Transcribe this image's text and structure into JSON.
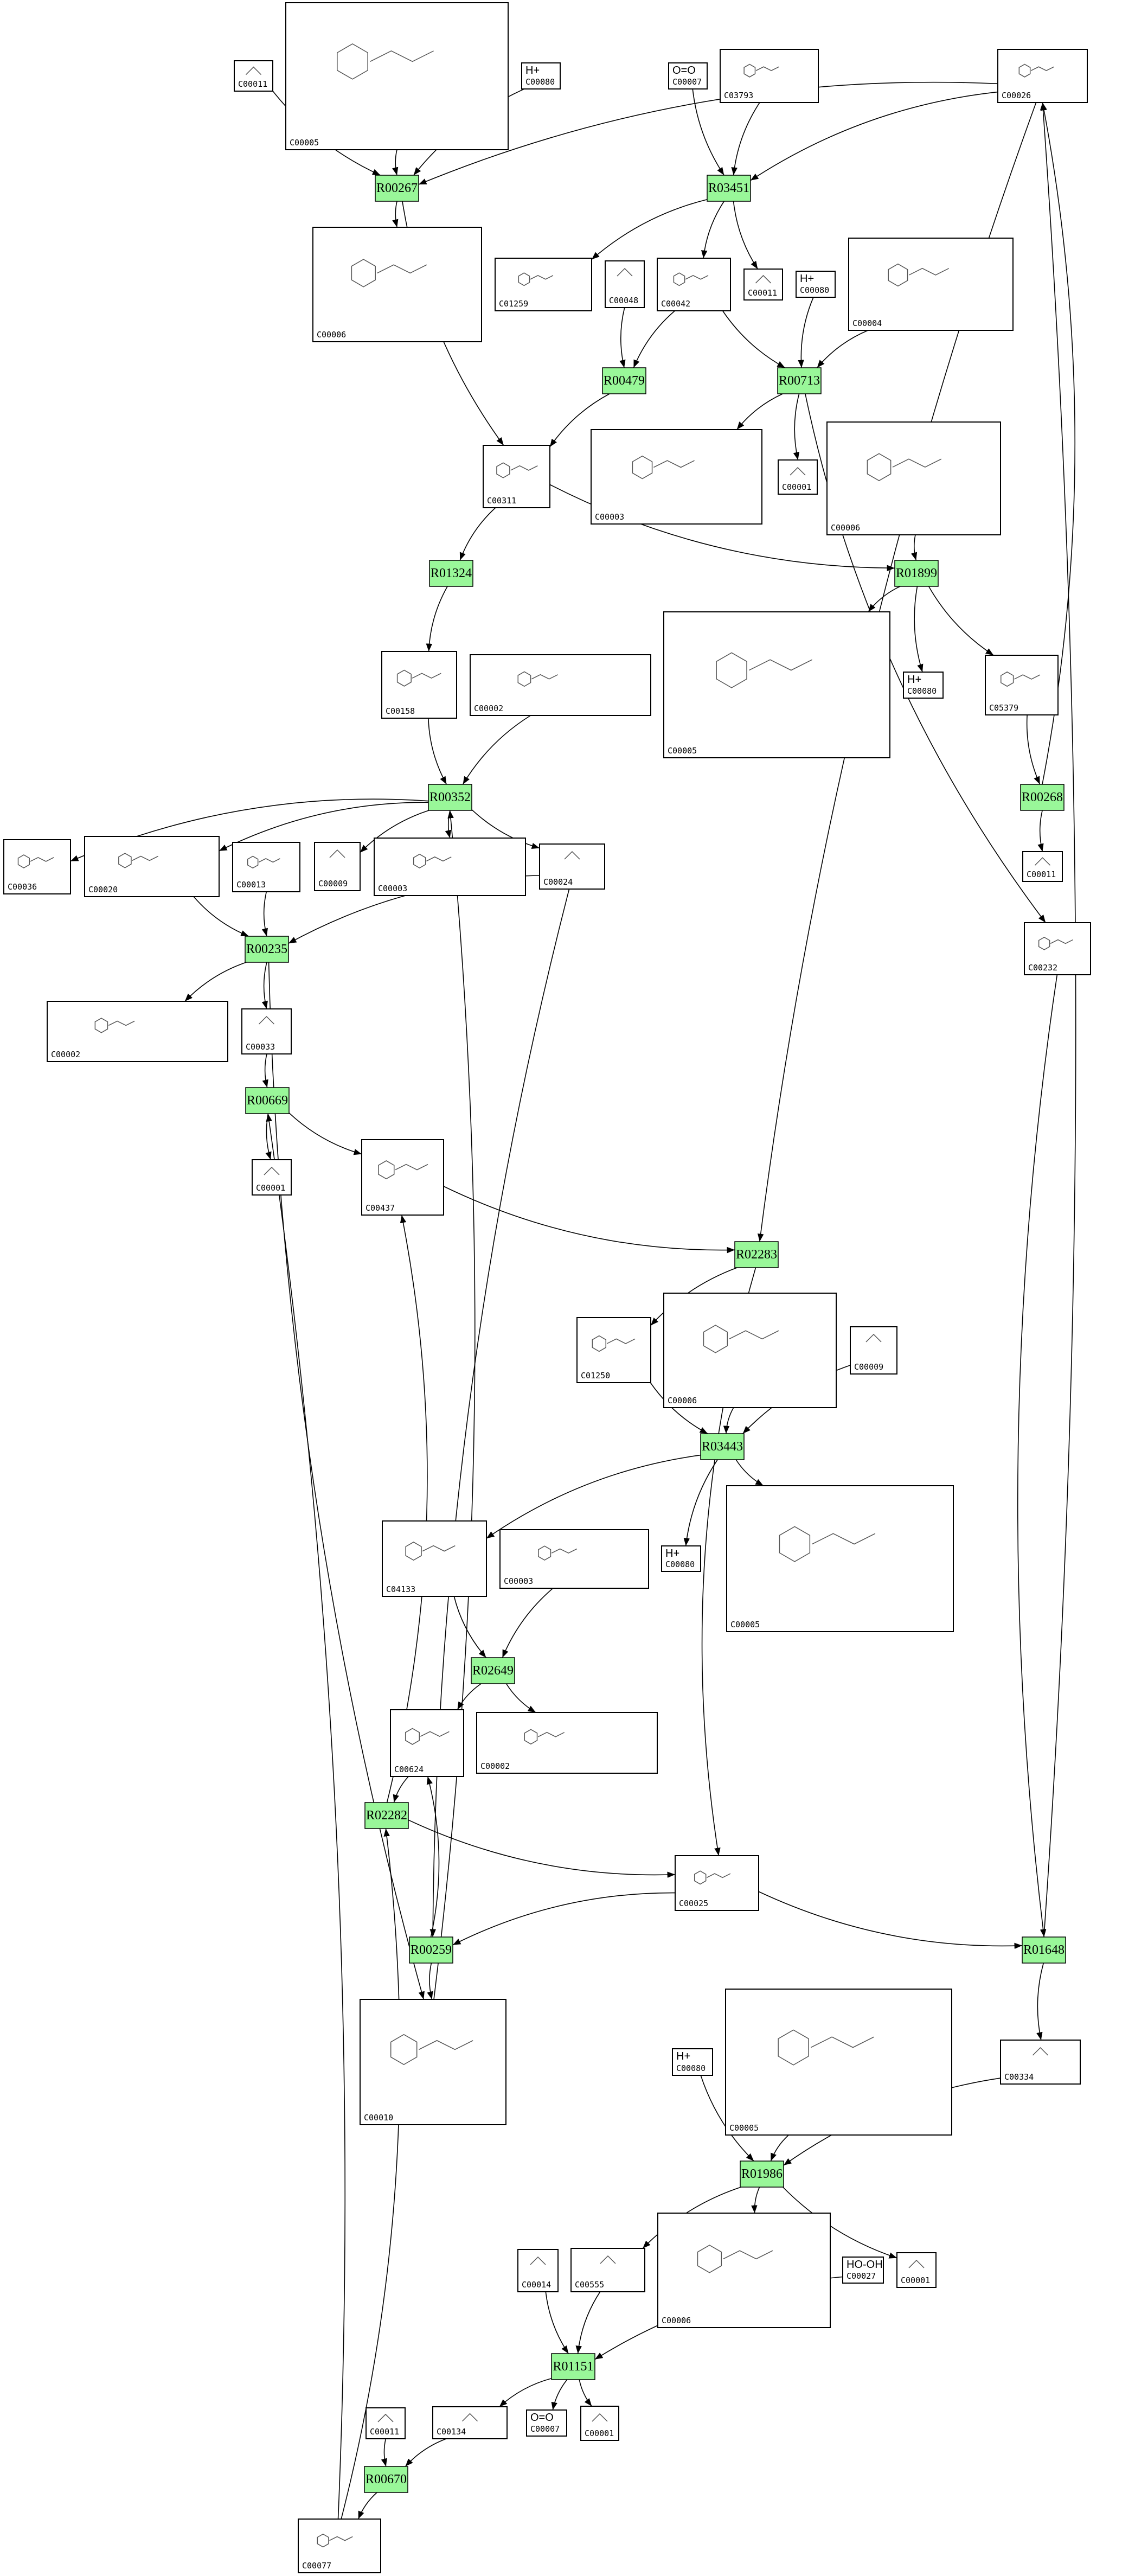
{
  "colors": {
    "reaction_fill": "#99f799",
    "compound_stroke": "#000000",
    "edge": "#000000"
  },
  "reactions": [
    {
      "key": "R00267",
      "id": "R00267"
    },
    {
      "key": "R03451",
      "id": "R03451"
    },
    {
      "key": "R00479",
      "id": "R00479"
    },
    {
      "key": "R00713",
      "id": "R00713"
    },
    {
      "key": "R01324",
      "id": "R01324"
    },
    {
      "key": "R01899",
      "id": "R01899"
    },
    {
      "key": "R00352",
      "id": "R00352"
    },
    {
      "key": "R00268",
      "id": "R00268"
    },
    {
      "key": "R00235",
      "id": "R00235"
    },
    {
      "key": "R00669",
      "id": "R00669"
    },
    {
      "key": "R02283",
      "id": "R02283"
    },
    {
      "key": "R03443",
      "id": "R03443"
    },
    {
      "key": "R02649",
      "id": "R02649"
    },
    {
      "key": "R02282",
      "id": "R02282"
    },
    {
      "key": "R00259",
      "id": "R00259"
    },
    {
      "key": "R01648",
      "id": "R01648"
    },
    {
      "key": "R01986",
      "id": "R01986"
    },
    {
      "key": "R01151",
      "id": "R01151"
    },
    {
      "key": "R00670",
      "id": "R00670"
    }
  ],
  "compounds": [
    {
      "key": "k1",
      "id": "C00005"
    },
    {
      "key": "k2",
      "id": "C00011"
    },
    {
      "key": "k3",
      "id": "C00080",
      "label": "H+"
    },
    {
      "key": "k4",
      "id": "C00007",
      "label": "O=O"
    },
    {
      "key": "k5",
      "id": "C03793"
    },
    {
      "key": "k6",
      "id": "C00026"
    },
    {
      "key": "k7",
      "id": "C00006"
    },
    {
      "key": "k8",
      "id": "C01259"
    },
    {
      "key": "k9",
      "id": "C00048"
    },
    {
      "key": "k10",
      "id": "C00042"
    },
    {
      "key": "k11",
      "id": "C00011"
    },
    {
      "key": "k12",
      "id": "C00080",
      "label": "H+"
    },
    {
      "key": "k13",
      "id": "C00004"
    },
    {
      "key": "k14",
      "id": "C00003"
    },
    {
      "key": "k15",
      "id": "C00001"
    },
    {
      "key": "k16",
      "id": "C00006"
    },
    {
      "key": "k17",
      "id": "C00311"
    },
    {
      "key": "k18",
      "id": "C00005"
    },
    {
      "key": "k19",
      "id": "C00080",
      "label": "H+"
    },
    {
      "key": "k20",
      "id": "C05379"
    },
    {
      "key": "k21",
      "id": "C00158"
    },
    {
      "key": "k22",
      "id": "C00002"
    },
    {
      "key": "k23",
      "id": "C00011"
    },
    {
      "key": "k24",
      "id": "C00232"
    },
    {
      "key": "k25",
      "id": "C00036"
    },
    {
      "key": "k26",
      "id": "C00020"
    },
    {
      "key": "k27",
      "id": "C00013"
    },
    {
      "key": "k28",
      "id": "C00009"
    },
    {
      "key": "k29",
      "id": "C00003"
    },
    {
      "key": "k30",
      "id": "C00024"
    },
    {
      "key": "k31",
      "id": "C00002"
    },
    {
      "key": "k32",
      "id": "C00033"
    },
    {
      "key": "k33",
      "id": "C00001"
    },
    {
      "key": "k34",
      "id": "C00437"
    },
    {
      "key": "k35",
      "id": "C01250"
    },
    {
      "key": "k36",
      "id": "C00006"
    },
    {
      "key": "k37",
      "id": "C00009"
    },
    {
      "key": "k38",
      "id": "C04133"
    },
    {
      "key": "k39",
      "id": "C00003"
    },
    {
      "key": "k40",
      "id": "C00080",
      "label": "H+"
    },
    {
      "key": "k41",
      "id": "C00005"
    },
    {
      "key": "k42",
      "id": "C00624"
    },
    {
      "key": "k43",
      "id": "C00002"
    },
    {
      "key": "k44",
      "id": "C00025"
    },
    {
      "key": "k45",
      "id": "C00010"
    },
    {
      "key": "k46",
      "id": "C00080",
      "label": "H+"
    },
    {
      "key": "k47",
      "id": "C00005"
    },
    {
      "key": "k48",
      "id": "C00334"
    },
    {
      "key": "k49",
      "id": "C00014"
    },
    {
      "key": "k50",
      "id": "C00555"
    },
    {
      "key": "k51",
      "id": "C00006"
    },
    {
      "key": "k52",
      "id": "C00027",
      "label": "HO-OH"
    },
    {
      "key": "k53",
      "id": "C00001"
    },
    {
      "key": "k54",
      "id": "C00011"
    },
    {
      "key": "k55",
      "id": "C00134"
    },
    {
      "key": "k56",
      "id": "C00007",
      "label": "O=O"
    },
    {
      "key": "k57",
      "id": "C00001"
    },
    {
      "key": "k58",
      "id": "C00077"
    }
  ],
  "edges": [
    [
      "k2",
      "R00267"
    ],
    [
      "k1",
      "R00267"
    ],
    [
      "k3",
      "R00267"
    ],
    [
      "k6",
      "R00267"
    ],
    [
      "R00267",
      "k7"
    ],
    [
      "R00267",
      "k17"
    ],
    [
      "k4",
      "R03451"
    ],
    [
      "k5",
      "R03451"
    ],
    [
      "k6",
      "R03451"
    ],
    [
      "R03451",
      "k8"
    ],
    [
      "R03451",
      "k10"
    ],
    [
      "R03451",
      "k11"
    ],
    [
      "k9",
      "R00479"
    ],
    [
      "k10",
      "R00479"
    ],
    [
      "R00479",
      "k17"
    ],
    [
      "k10",
      "R00713"
    ],
    [
      "k12",
      "R00713"
    ],
    [
      "k13",
      "R00713"
    ],
    [
      "R00713",
      "k14"
    ],
    [
      "R00713",
      "k15"
    ],
    [
      "R00713",
      "k24"
    ],
    [
      "k17",
      "R01324"
    ],
    [
      "R01324",
      "k21"
    ],
    [
      "k17",
      "R01899"
    ],
    [
      "k16",
      "R01899"
    ],
    [
      "R01899",
      "k18"
    ],
    [
      "R01899",
      "k19"
    ],
    [
      "R01899",
      "k20"
    ],
    [
      "k21",
      "R00352"
    ],
    [
      "k22",
      "R00352"
    ],
    [
      "k45",
      "R00352"
    ],
    [
      "R00352",
      "k25"
    ],
    [
      "R00352",
      "k26"
    ],
    [
      "R00352",
      "k28"
    ],
    [
      "R00352",
      "k29"
    ],
    [
      "R00352",
      "k30"
    ],
    [
      "k20",
      "R00268"
    ],
    [
      "R00268",
      "k23"
    ],
    [
      "R00268",
      "k6"
    ],
    [
      "k26",
      "R00235"
    ],
    [
      "k27",
      "R00235"
    ],
    [
      "k30",
      "R00235"
    ],
    [
      "R00235",
      "k31"
    ],
    [
      "R00235",
      "k32"
    ],
    [
      "R00235",
      "k45"
    ],
    [
      "k32",
      "R00669"
    ],
    [
      "k58",
      "R00669"
    ],
    [
      "R00669",
      "k33"
    ],
    [
      "R00669",
      "k34"
    ],
    [
      "k34",
      "R02283"
    ],
    [
      "k6",
      "R02283"
    ],
    [
      "R02283",
      "k35"
    ],
    [
      "R02283",
      "k44"
    ],
    [
      "k35",
      "R03443"
    ],
    [
      "k36",
      "R03443"
    ],
    [
      "k37",
      "R03443"
    ],
    [
      "R03443",
      "k38"
    ],
    [
      "R03443",
      "k40"
    ],
    [
      "R03443",
      "k41"
    ],
    [
      "k38",
      "R02649"
    ],
    [
      "k39",
      "R02649"
    ],
    [
      "R02649",
      "k42"
    ],
    [
      "R02649",
      "k43"
    ],
    [
      "k58",
      "R02282"
    ],
    [
      "k42",
      "R02282"
    ],
    [
      "R02282",
      "k44"
    ],
    [
      "R02282",
      "k34"
    ],
    [
      "k44",
      "R00259"
    ],
    [
      "k30",
      "R00259"
    ],
    [
      "R00259",
      "k45"
    ],
    [
      "R00259",
      "k42"
    ],
    [
      "k44",
      "R01648"
    ],
    [
      "k24",
      "R01648"
    ],
    [
      "R01648",
      "k48"
    ],
    [
      "R01648",
      "k6"
    ],
    [
      "k46",
      "R01986"
    ],
    [
      "k47",
      "R01986"
    ],
    [
      "k48",
      "R01986"
    ],
    [
      "R01986",
      "k50"
    ],
    [
      "R01986",
      "k51"
    ],
    [
      "R01986",
      "k53"
    ],
    [
      "k49",
      "R01151"
    ],
    [
      "k50",
      "R01151"
    ],
    [
      "k52",
      "R01151"
    ],
    [
      "R01151",
      "k55"
    ],
    [
      "R01151",
      "k56"
    ],
    [
      "R01151",
      "k57"
    ],
    [
      "k54",
      "R00670"
    ],
    [
      "k55",
      "R00670"
    ],
    [
      "R00670",
      "k58"
    ]
  ]
}
